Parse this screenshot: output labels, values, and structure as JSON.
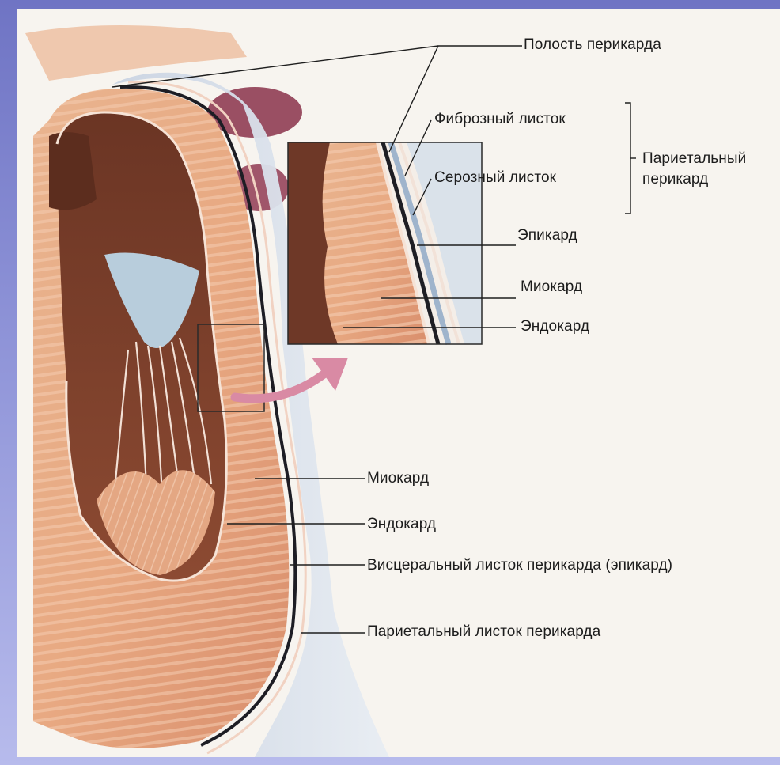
{
  "labels": {
    "pericardial_cavity": "Полость перикарда",
    "fibrous_layer": "Фиброзный листок",
    "serous_layer": "Серозный листок",
    "parietal_pericardium_group": "Париетальный перикард",
    "inset_epicardium": "Эпикард",
    "inset_myocardium": "Миокард",
    "inset_endocardium": "Эндокард",
    "myocardium": "Миокард",
    "endocardium": "Эндокард",
    "visceral_layer": "Висцеральный листок перикарда (эпикард)",
    "parietal_layer": "Париетальный листок перикарда"
  }
}
